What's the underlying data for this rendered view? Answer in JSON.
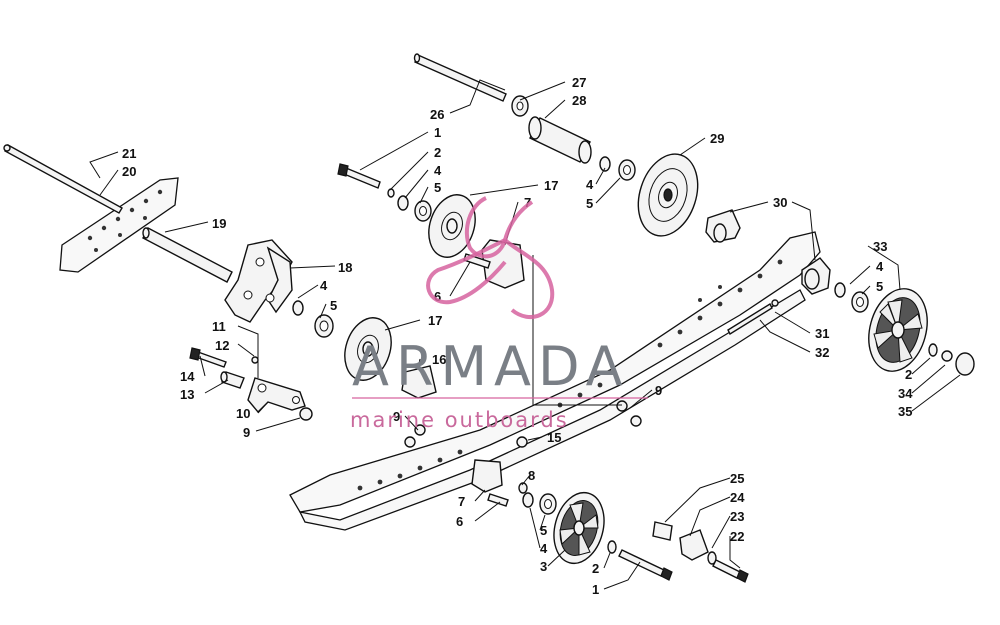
{
  "diagram": {
    "callouts": [
      {
        "id": "c21",
        "text": "21"
      },
      {
        "id": "c20",
        "text": "20"
      },
      {
        "id": "c19",
        "text": "19"
      },
      {
        "id": "c18",
        "text": "18"
      },
      {
        "id": "c4a",
        "text": "4"
      },
      {
        "id": "c5a",
        "text": "5"
      },
      {
        "id": "c11",
        "text": "11"
      },
      {
        "id": "c12",
        "text": "12"
      },
      {
        "id": "c14",
        "text": "14"
      },
      {
        "id": "c13",
        "text": "13"
      },
      {
        "id": "c10",
        "text": "10"
      },
      {
        "id": "c9a",
        "text": "9"
      },
      {
        "id": "c26",
        "text": "26"
      },
      {
        "id": "c27",
        "text": "27"
      },
      {
        "id": "c28",
        "text": "28"
      },
      {
        "id": "c1a",
        "text": "1"
      },
      {
        "id": "c2a",
        "text": "2"
      },
      {
        "id": "c4b",
        "text": "4"
      },
      {
        "id": "c5b",
        "text": "5"
      },
      {
        "id": "c17a",
        "text": "17"
      },
      {
        "id": "c7a",
        "text": "7"
      },
      {
        "id": "c6a",
        "text": "6"
      },
      {
        "id": "c17b",
        "text": "17"
      },
      {
        "id": "c16",
        "text": "16"
      },
      {
        "id": "c29",
        "text": "29"
      },
      {
        "id": "c4c",
        "text": "4"
      },
      {
        "id": "c5c",
        "text": "5"
      },
      {
        "id": "c30",
        "text": "30"
      },
      {
        "id": "c33",
        "text": "33"
      },
      {
        "id": "c4d",
        "text": "4"
      },
      {
        "id": "c5d",
        "text": "5"
      },
      {
        "id": "c31",
        "text": "31"
      },
      {
        "id": "c32",
        "text": "32"
      },
      {
        "id": "c2b",
        "text": "2"
      },
      {
        "id": "c34",
        "text": "34"
      },
      {
        "id": "c35",
        "text": "35"
      },
      {
        "id": "c9b",
        "text": "9"
      },
      {
        "id": "c9c",
        "text": "9"
      },
      {
        "id": "c15",
        "text": "15"
      },
      {
        "id": "c8",
        "text": "8"
      },
      {
        "id": "c7b",
        "text": "7"
      },
      {
        "id": "c6b",
        "text": "6"
      },
      {
        "id": "c5e",
        "text": "5"
      },
      {
        "id": "c4e",
        "text": "4"
      },
      {
        "id": "c3",
        "text": "3"
      },
      {
        "id": "c2c",
        "text": "2"
      },
      {
        "id": "c1b",
        "text": "1"
      },
      {
        "id": "c25",
        "text": "25"
      },
      {
        "id": "c24",
        "text": "24"
      },
      {
        "id": "c23",
        "text": "23"
      },
      {
        "id": "c22",
        "text": "22"
      }
    ]
  },
  "watermark": {
    "brand": "ARMADA",
    "tagline": "marine outboards",
    "brand_color": "#7a7f86",
    "accent_color": "#d6639f"
  }
}
